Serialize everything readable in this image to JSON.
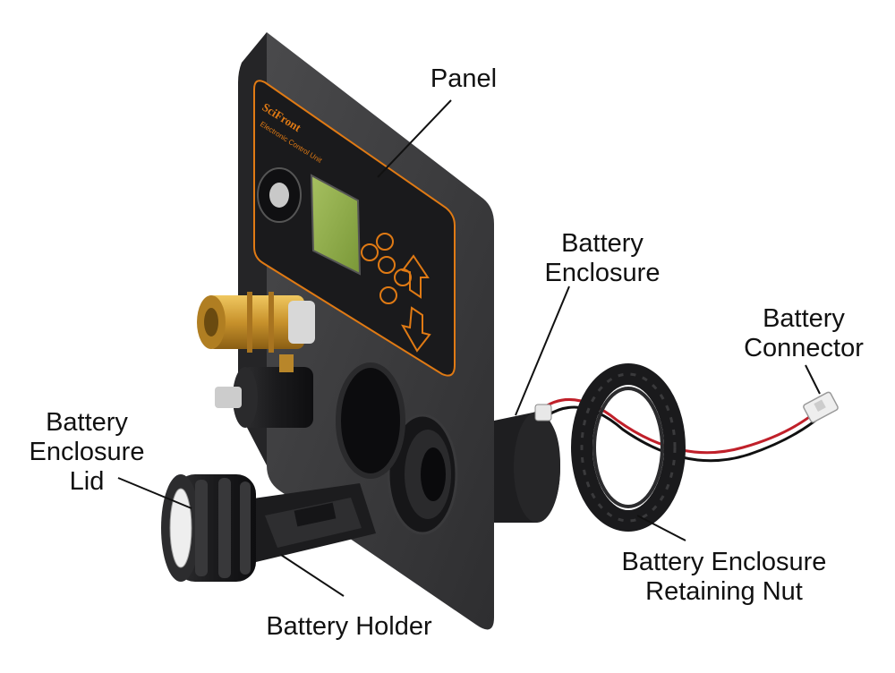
{
  "labels": {
    "panel": [
      "Panel"
    ],
    "battery_enclosure": [
      "Battery",
      "Enclosure"
    ],
    "battery_connector": [
      "Battery",
      "Connector"
    ],
    "battery_enclosure_lid": [
      "Battery",
      "Enclosure",
      "Lid"
    ],
    "battery_holder": [
      "Battery Holder"
    ],
    "retaining_nut": [
      "Battery Enclosure",
      "Retaining Nut"
    ]
  },
  "panel_text": {
    "brand": "SciFront",
    "model_line": "Electronic Control Unit"
  },
  "colors": {
    "panel": "#3a3a3c",
    "panel_dark": "#2a2a2c",
    "accent_orange": "#e07a14",
    "lcd": "#8aa84a",
    "brass": "#d4a23a",
    "plastic_black": "#1e1e20",
    "wire_red": "#c0202a",
    "wire_black": "#111111",
    "connector_white": "#eeeeee"
  }
}
